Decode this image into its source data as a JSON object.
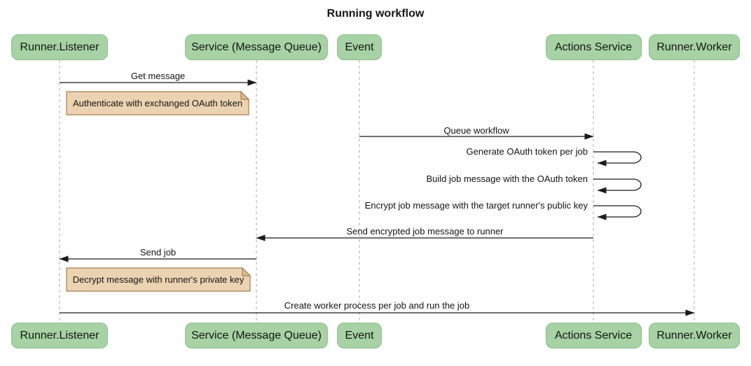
{
  "title": "Running workflow",
  "colors": {
    "background": "#ffffff",
    "participant_fill": "#a6d2a4",
    "participant_border": "#8fbe8d",
    "note_fill": "#ebd3b2",
    "note_border": "#aa7d4f",
    "note_fold": "#dcbc92",
    "lifeline": "#b9b9b9",
    "arrow": "#1b1b1b",
    "text": "#141414"
  },
  "participants": [
    {
      "id": "runner-listener",
      "label": "Runner.Listener"
    },
    {
      "id": "service-message-queue",
      "label": "Service (Message Queue)"
    },
    {
      "id": "event",
      "label": "Event"
    },
    {
      "id": "actions-service",
      "label": "Actions Service"
    },
    {
      "id": "runner-worker",
      "label": "Runner.Worker"
    }
  ],
  "messages": [
    {
      "type": "arrow",
      "from": 0,
      "to": 1,
      "label": "Get message"
    },
    {
      "type": "note",
      "over": 0,
      "label": "Authenticate with exchanged OAuth token"
    },
    {
      "type": "arrow",
      "from": 2,
      "to": 3,
      "label": "Queue workflow"
    },
    {
      "type": "self",
      "at": 3,
      "label": "Generate OAuth token per job"
    },
    {
      "type": "self",
      "at": 3,
      "label": "Build job message with the OAuth token"
    },
    {
      "type": "self",
      "at": 3,
      "label": "Encrypt job message with the target runner's public key"
    },
    {
      "type": "arrow",
      "from": 3,
      "to": 1,
      "label": "Send encrypted job message to runner"
    },
    {
      "type": "arrow",
      "from": 1,
      "to": 0,
      "label": "Send job"
    },
    {
      "type": "note",
      "over": 0,
      "label": "Decrypt message with runner's private key"
    },
    {
      "type": "arrow",
      "from": 0,
      "to": 4,
      "label": "Create worker process per job and run the job"
    }
  ]
}
